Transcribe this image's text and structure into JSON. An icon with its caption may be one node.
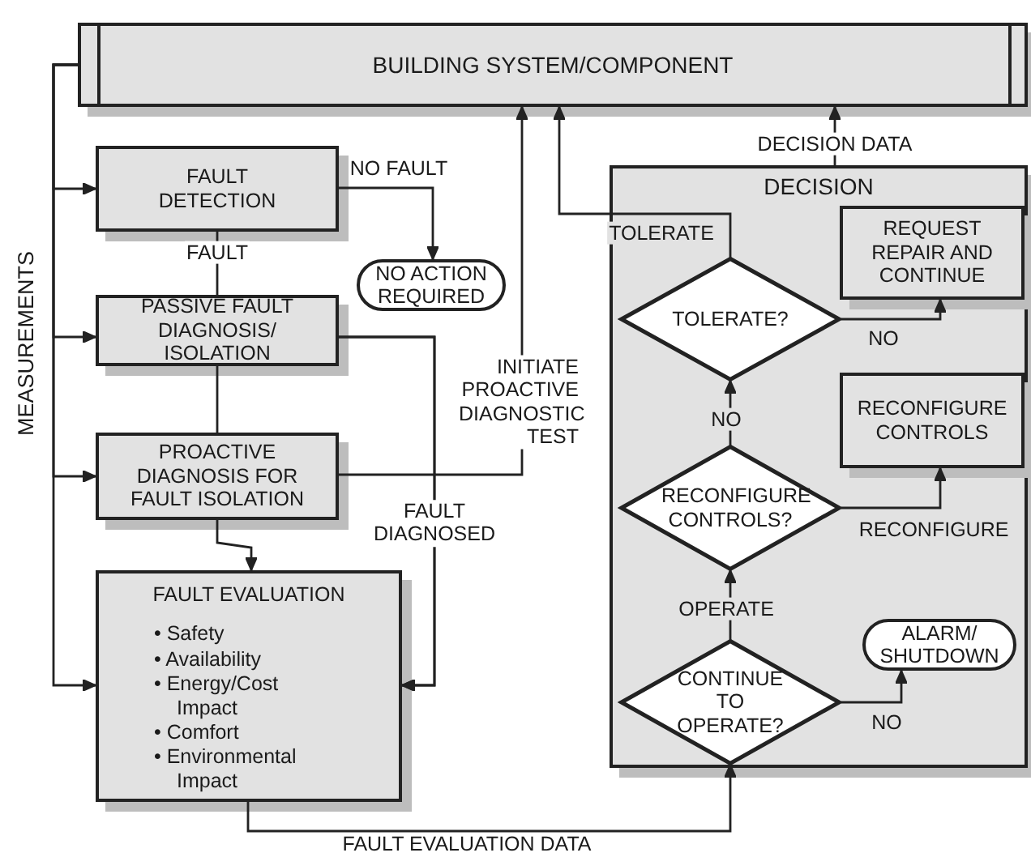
{
  "diagram": {
    "nodes": [
      {
        "text": [
          "BUILDING SYSTEM/COMPONENT"
        ]
      },
      {
        "text": [
          "FAULT DETECTION"
        ]
      },
      {
        "text": [
          "NO ACTION REQUIRED"
        ]
      },
      {
        "text": [
          "PASSIVE FAULT DIAGNOSIS/ ISOLATION"
        ]
      },
      {
        "text": [
          "PROACTIVE DIAGNOSIS FOR FAULT ISOLATION"
        ]
      },
      {
        "text": [
          "FAULT EVALUATION",
          "• Safety",
          "• Availability",
          "• Energy/Cost Impact",
          "• Comfort",
          "• Environmental Impact"
        ]
      },
      {
        "text": [
          "DECISION"
        ]
      },
      {
        "text": [
          "TOLERATE?"
        ],
        "in": 6
      },
      {
        "text": [
          "REQUEST REPAIR AND CONTINUE"
        ],
        "in": 6
      },
      {
        "text": [
          "RECONFIGURE CONTROLS"
        ],
        "in": 6
      },
      {
        "text": [
          "RECONFIGURE CONTROLS?"
        ],
        "in": 6
      },
      {
        "text": [
          "ALARM/ SHUTDOWN"
        ],
        "in": 6
      },
      {
        "text": [
          "CONTINUE TO OPERATE?"
        ],
        "in": 6
      }
    ],
    "edges": [
      {
        "from": 0,
        "to": 1,
        "arrow": "to"
      },
      {
        "from": 0,
        "to": 3,
        "arrow": "to"
      },
      {
        "from": 0,
        "to": 4,
        "arrow": "to"
      },
      {
        "from": 0,
        "to": 5,
        "arrow": "to"
      },
      {
        "from": 1,
        "to": 2,
        "arrow": "to",
        "label": "NO FAULT"
      },
      {
        "from": 1,
        "to": 3,
        "arrow": "none",
        "label": "FAULT"
      },
      {
        "from": 3,
        "to": 4,
        "arrow": "none"
      },
      {
        "from": 4,
        "to": 5,
        "arrow": "to"
      },
      {
        "from": 3,
        "to": 5,
        "arrow": "to",
        "label": "FAULT DIAGNOSED"
      },
      {
        "from": 4,
        "to": 5,
        "arrow": "to"
      },
      {
        "from": 3,
        "to": 0,
        "arrow": "to",
        "label": "INITIATE PROACTIVE DIAGNOSTIC TEST"
      },
      {
        "from": 5,
        "to": 12,
        "arrow": "to",
        "label": "FAULT EVALUATION DATA"
      },
      {
        "from": 12,
        "to": 10,
        "arrow": "to",
        "label": "OPERATE"
      },
      {
        "from": 12,
        "to": 11,
        "arrow": "to",
        "label": "NO"
      },
      {
        "from": 10,
        "to": 9,
        "arrow": "to",
        "label": "RECONFIGURE"
      },
      {
        "from": 10,
        "to": 7,
        "arrow": "to",
        "label": "NO"
      },
      {
        "from": 7,
        "to": 8,
        "arrow": "to",
        "label": "NO"
      },
      {
        "from": 7,
        "to": 0,
        "arrow": "to",
        "label": "TOLERATE"
      },
      {
        "from": 6,
        "to": 0,
        "arrow": "to",
        "label": "DECISION DATA"
      }
    ],
    "labels": [
      "MEASUREMENTS"
    ]
  }
}
